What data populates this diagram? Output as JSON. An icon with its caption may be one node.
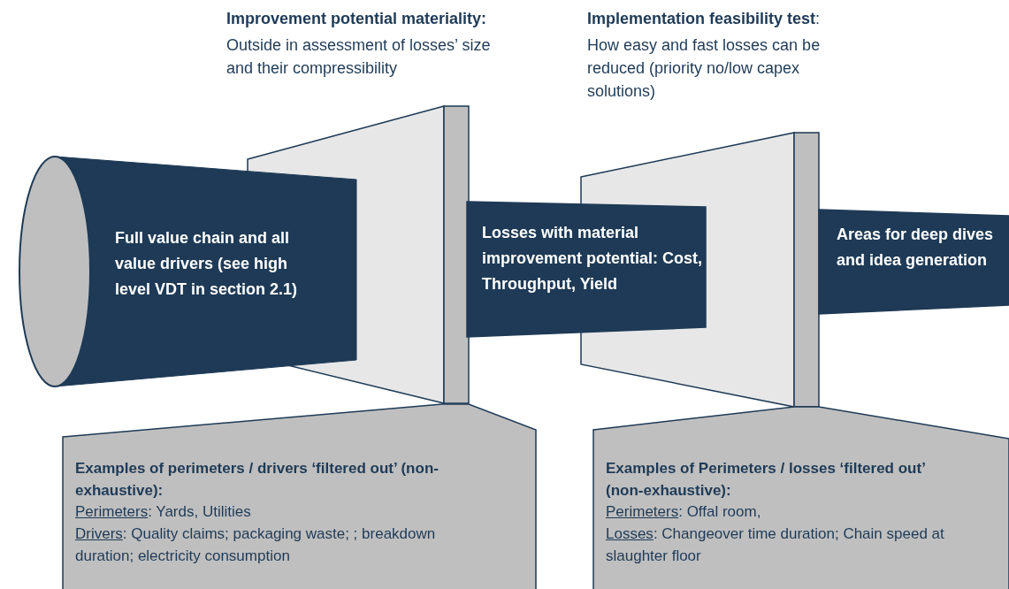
{
  "diagram": {
    "nodes": [
      {
        "text": [
          "Full value chain and all value drivers (see high level VDT in section 2.1)"
        ]
      },
      {
        "text": [],
        "shape": "box"
      },
      {
        "text": [
          "Losses with material improvement potential: Cost, Throughput, Yield"
        ]
      },
      {
        "text": [],
        "shape": "box"
      },
      {
        "text": [
          "Areas for deep dives and idea generation"
        ]
      },
      {
        "text": [
          "Examples of perimeters / drivers ‘filtered out’ (non-exhaustive):",
          "Perimeters: Yards, Utilities",
          "Drivers: Quality claims; packaging waste; ; breakdown duration; electricity consumption"
        ]
      },
      {
        "text": [
          "Examples of Perimeters / losses ‘filtered out’ (non-exhaustive):",
          "Perimeters: Offal room,",
          "Losses: Changeover time duration; Chain speed at slaughter floor"
        ]
      }
    ],
    "labels": [
      "**Improvement potential materiality:**",
      "Outside in assessment of losses’ size and their compressibility",
      "**Implementation feasibility test**:",
      "How easy and fast losses can be reduced (priority no/low capex solutions)"
    ]
  }
}
